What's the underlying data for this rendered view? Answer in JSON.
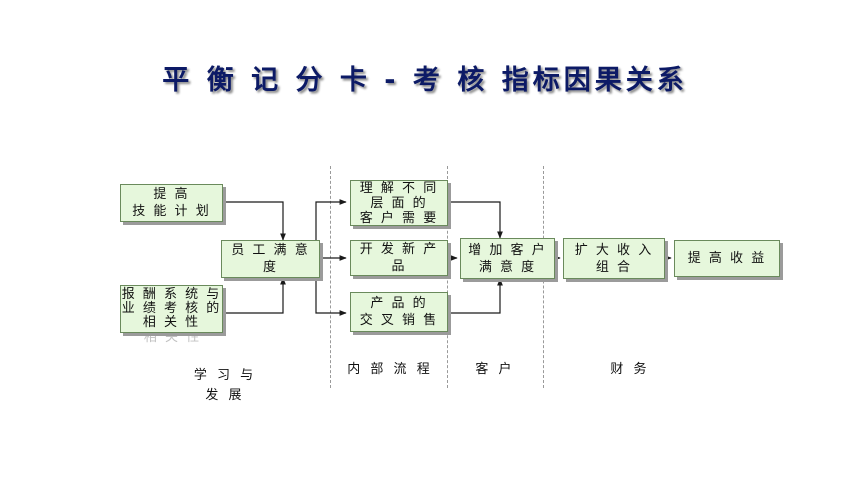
{
  "title": "平 衡 记 分 卡 - 考 核 指标因果关系",
  "boxes": {
    "skills": "提 高\n技 能 计 划",
    "reward": "报 酬 系 统 与\n业 绩 考 核 的\n相 关 性",
    "employee": "员 工 满 意 度",
    "understand": "理 解 不 同\n层 面 的\n客 户 需 要",
    "newproduct": "开 发 新 产 品",
    "crosssell": "产 品 的\n交 叉 销 售",
    "customer": "增 加 客 户\n满 意 度",
    "revenuemix": "扩 大 收 入\n组 合",
    "profit": "提 高 收 益"
  },
  "ghosts": {
    "reward_tail": "相 关 性",
    "understand_tail": "客 户 需 要"
  },
  "sections": {
    "learning": "学 习 与\n发 展",
    "internal": "内 部 流 程",
    "customer": "客 户",
    "finance": "财 务"
  },
  "colors": {
    "title": "#0c1a66",
    "box_fill": "#e6f7dc",
    "box_border": "#6a8a5c",
    "arrow": "#1a1a1a"
  }
}
